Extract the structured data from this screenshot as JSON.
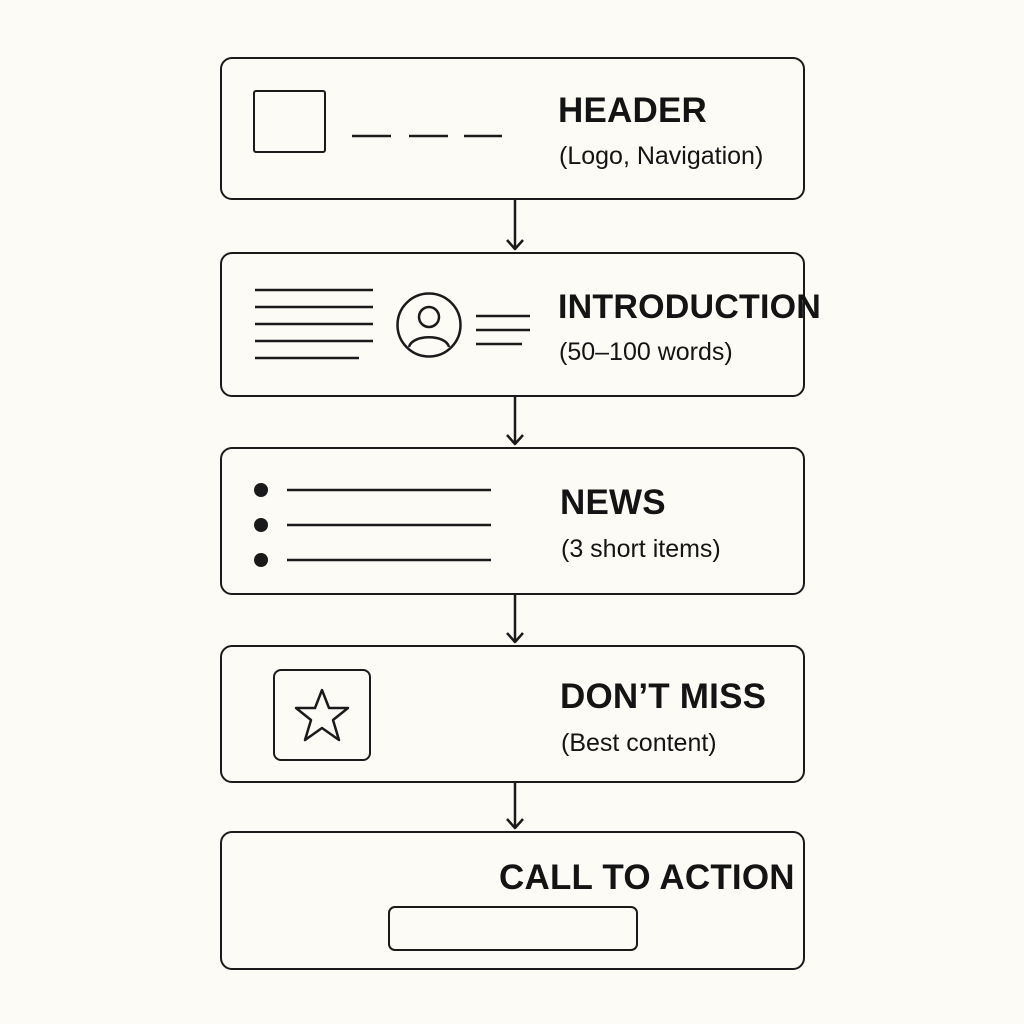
{
  "sections": {
    "header": {
      "title": "HEADER",
      "subtitle": "(Logo, Navigation)"
    },
    "introduction": {
      "title": "INTRODUCTION",
      "subtitle": "(50–100 words)"
    },
    "news": {
      "title": "NEWS",
      "subtitle": "(3 short items)"
    },
    "dont_miss": {
      "title": "DON’T MISS",
      "subtitle": "(Best content)"
    },
    "call_to_action": {
      "title": "CALL TO ACTION",
      "button_label": ""
    }
  },
  "icons": {
    "header": [
      "logo-placeholder-icon",
      "navigation-dashes-icon"
    ],
    "introduction": [
      "text-lines-icon",
      "user-avatar-icon",
      "short-text-lines-icon"
    ],
    "news": [
      "bullet-list-icon"
    ],
    "dont_miss": [
      "star-icon"
    ]
  },
  "colors": {
    "background": "#fdfbf5",
    "stroke": "#1a1a1a"
  }
}
